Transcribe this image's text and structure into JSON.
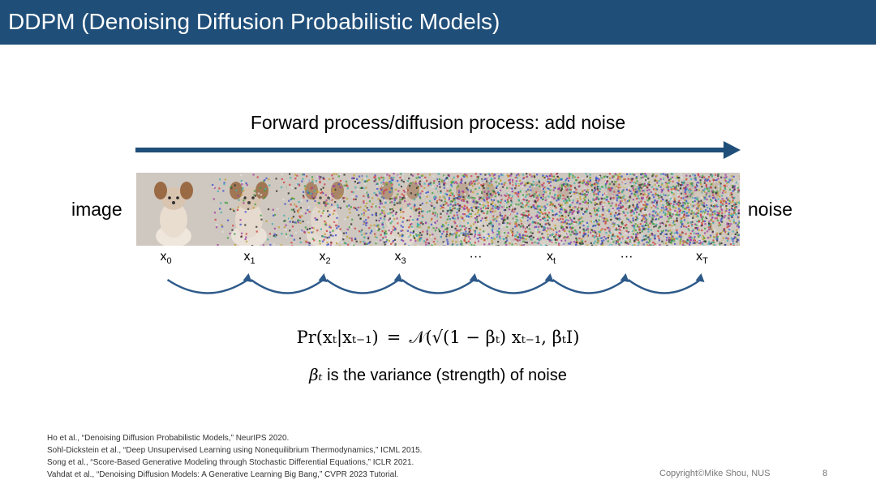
{
  "header": {
    "title": "DDPM (Denoising Diffusion Probabilistic Models)"
  },
  "diagram": {
    "process_title": "Forward process/diffusion process: add noise",
    "left_label": "image",
    "right_label": "noise",
    "steps": [
      {
        "base": "x",
        "sub": "0"
      },
      {
        "base": "x",
        "sub": "1"
      },
      {
        "base": "x",
        "sub": "2"
      },
      {
        "base": "x",
        "sub": "3"
      },
      {
        "base": "···",
        "sub": ""
      },
      {
        "base": "x",
        "sub": "t"
      },
      {
        "base": "···",
        "sub": ""
      },
      {
        "base": "x",
        "sub": "T"
      }
    ],
    "noise_levels": [
      0,
      0.15,
      0.35,
      0.55,
      0.78,
      0.9,
      0.96,
      1.0
    ],
    "formula": {
      "lhs": "Pr(xₜ|xₜ₋₁)",
      "equals": "=",
      "rhs": "𝒩(√(1 − βₜ) xₜ₋₁, βₜI)"
    },
    "variance_symbol": "βₜ",
    "variance_text": " is the variance (strength) of noise"
  },
  "references": [
    "Ho et al., “Denoising Diffusion Probabilistic Models,” NeurIPS 2020.",
    "Sohl-Dickstein et al., “Deep Unsupervised Learning using Nonequilibrium Thermodynamics,” ICML 2015.",
    "Song et al., “Score-Based Generative Modeling through Stochastic Differential Equations,” ICLR 2021.",
    "Vahdat et al., “Denoising Diffusion Models: A Generative Learning Big Bang,” CVPR 2023 Tutorial."
  ],
  "footer": {
    "copyright": "Copyright©Mike Shou, NUS",
    "page": "8"
  },
  "colors": {
    "title_bg": "#1f4e79",
    "arrow": "#1f4e79",
    "curve": "#2e5a8a"
  }
}
